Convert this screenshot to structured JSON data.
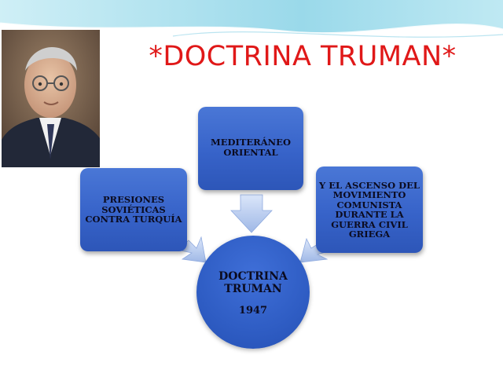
{
  "slide": {
    "title": "*DOCTRINA TRUMAN*",
    "portrait": "portrait-photo"
  },
  "diagram": {
    "center": {
      "title": "DOCTRINA TRUMAN",
      "year": "1947"
    },
    "boxes": {
      "left": "PRESIONES SOVIÉTICAS CONTRA TURQUÍA",
      "top": "MEDITERÁNEO ORIENTAL",
      "right": "Y EL ASCENSO DEL MOVIMIENTO COMUNISTA DURANTE LA GUERRA CIVIL GRIEGA"
    }
  },
  "colors": {
    "title": "#e01818",
    "box_fill": "#3763c9",
    "arrow_fill": "#9fb8e6"
  }
}
